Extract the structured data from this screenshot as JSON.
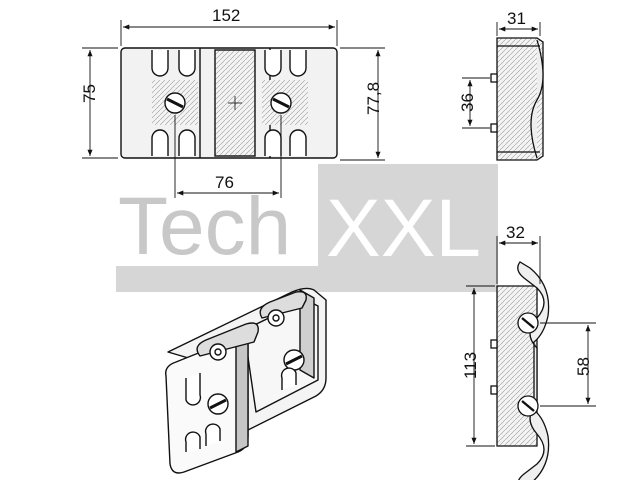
{
  "watermark": {
    "text_left": "Tech",
    "text_right": "XXL",
    "color_left": "#c8c8c8",
    "color_box": "#d6d6d6",
    "color_right": "#ffffff"
  },
  "dimensions": {
    "top_width": "152",
    "top_height_left": "75",
    "top_height_right": "77,8",
    "top_pitch": "76",
    "side_width": "31",
    "side_spacing": "36",
    "lower_width": "32",
    "lower_height": "113",
    "lower_spacing": "58"
  },
  "colors": {
    "line": "#111111",
    "body": "#f2f2f2",
    "shade": "#bdbdbd"
  }
}
